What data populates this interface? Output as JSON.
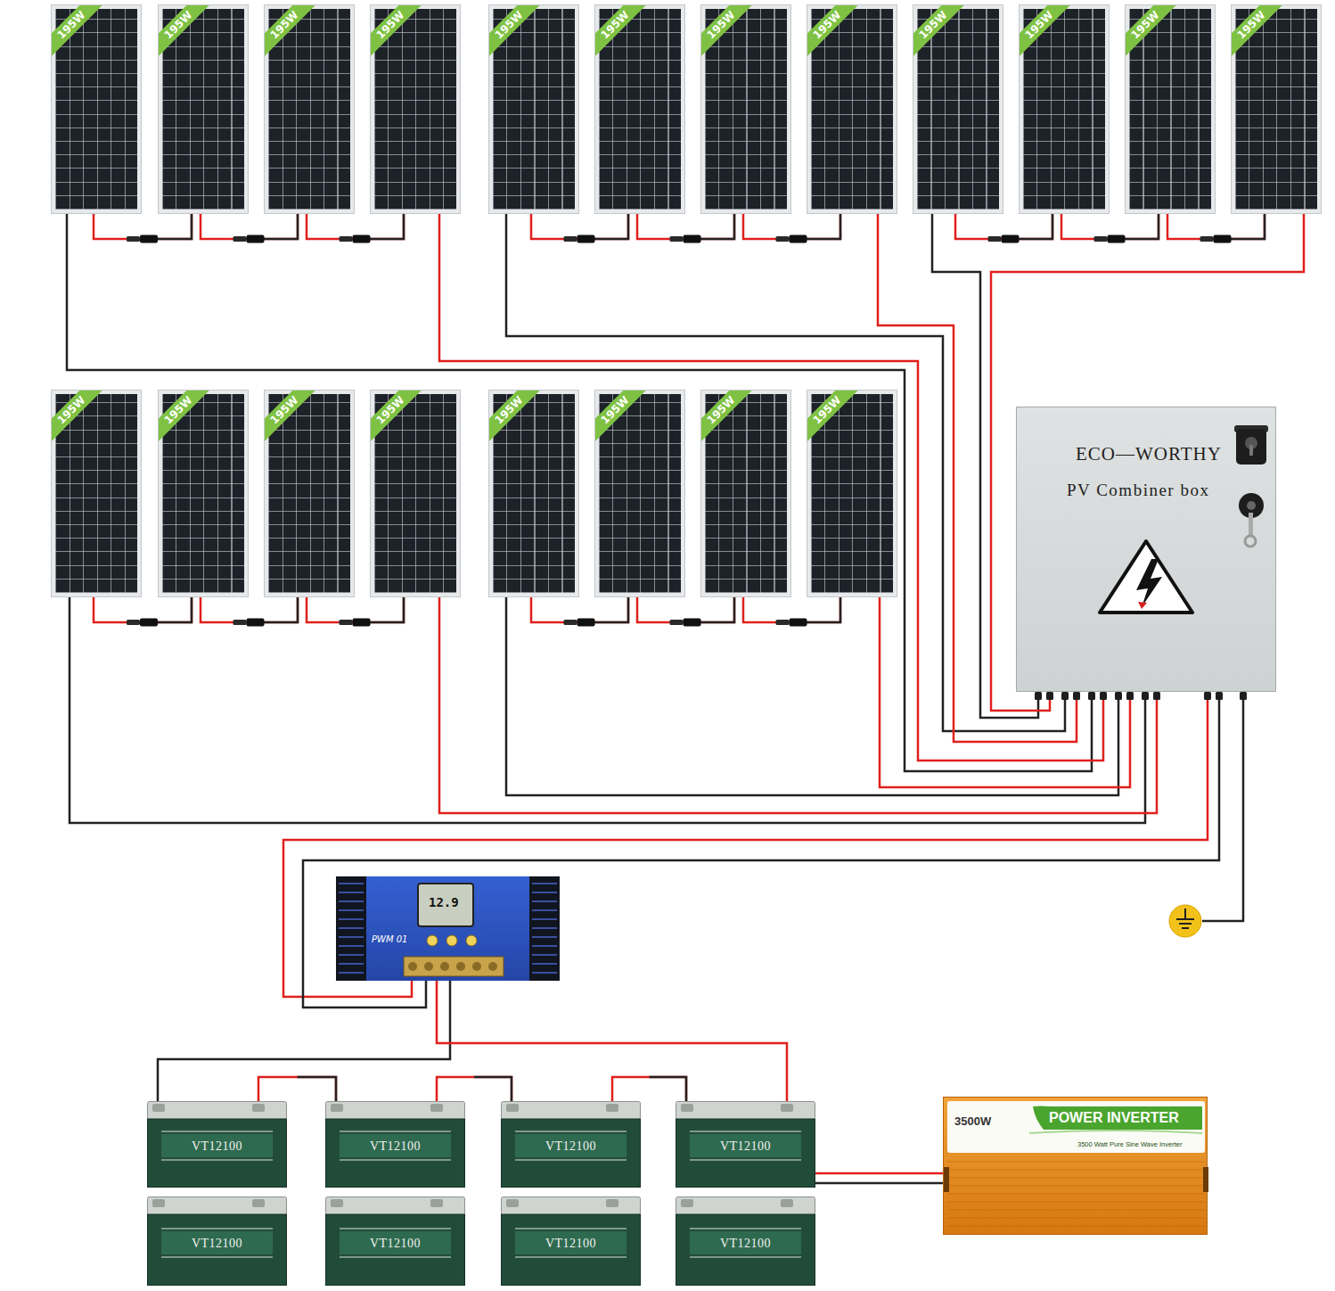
{
  "diagram": {
    "nodes": [
      {
        "text": [
          "195W"
        ]
      },
      {
        "text": [
          "195W"
        ]
      },
      {
        "text": [
          "195W"
        ]
      },
      {
        "text": [
          "195W"
        ]
      },
      {
        "text": [
          "195W"
        ]
      },
      {
        "text": [
          "195W"
        ]
      },
      {
        "text": [
          "195W"
        ]
      },
      {
        "text": [
          "195W"
        ]
      },
      {
        "text": [
          "195W"
        ]
      },
      {
        "text": [
          "195W"
        ]
      },
      {
        "text": [
          "195W"
        ]
      },
      {
        "text": [
          "195W"
        ]
      },
      {
        "text": [
          "195W"
        ]
      },
      {
        "text": [
          "195W"
        ]
      },
      {
        "text": [
          "195W"
        ]
      },
      {
        "text": [
          "195W"
        ]
      },
      {
        "text": [
          "195W"
        ]
      },
      {
        "text": [
          "195W"
        ]
      },
      {
        "text": [
          "195W"
        ]
      },
      {
        "text": [
          "195W"
        ]
      },
      {
        "text": [
          "ECO—WORTHY",
          "PV Combiner box"
        ]
      },
      {
        "text": [
          "12.9",
          "PWM 01"
        ]
      },
      {
        "text": [
          "VT12100"
        ]
      },
      {
        "text": [
          "VT12100"
        ]
      },
      {
        "text": [
          "VT12100"
        ]
      },
      {
        "text": [
          "VT12100"
        ]
      },
      {
        "text": [
          "VT12100"
        ]
      },
      {
        "text": [
          "VT12100"
        ]
      },
      {
        "text": [
          "VT12100"
        ]
      },
      {
        "text": [
          "VT12100"
        ]
      },
      {
        "text": [
          "3500W",
          "POWER INVERTER",
          "3500 Watt Pure Sine Wave Inverter"
        ]
      }
    ],
    "edges": [
      {
        "from": 0,
        "to": 1,
        "arrow": "none"
      },
      {
        "from": 1,
        "to": 2,
        "arrow": "none"
      },
      {
        "from": 2,
        "to": 3,
        "arrow": "none"
      },
      {
        "from": 4,
        "to": 5,
        "arrow": "none"
      },
      {
        "from": 5,
        "to": 6,
        "arrow": "none"
      },
      {
        "from": 6,
        "to": 7,
        "arrow": "none"
      },
      {
        "from": 8,
        "to": 9,
        "arrow": "none"
      },
      {
        "from": 9,
        "to": 10,
        "arrow": "none"
      },
      {
        "from": 10,
        "to": 11,
        "arrow": "none"
      },
      {
        "from": 12,
        "to": 13,
        "arrow": "none"
      },
      {
        "from": 13,
        "to": 14,
        "arrow": "none"
      },
      {
        "from": 14,
        "to": 15,
        "arrow": "none"
      },
      {
        "from": 16,
        "to": 17,
        "arrow": "none"
      },
      {
        "from": 17,
        "to": 18,
        "arrow": "none"
      },
      {
        "from": 18,
        "to": 19,
        "arrow": "none"
      },
      {
        "from": 0,
        "to": 20,
        "arrow": "none"
      },
      {
        "from": 3,
        "to": 20,
        "arrow": "none"
      },
      {
        "from": 4,
        "to": 20,
        "arrow": "none"
      },
      {
        "from": 7,
        "to": 20,
        "arrow": "none"
      },
      {
        "from": 8,
        "to": 20,
        "arrow": "none"
      },
      {
        "from": 11,
        "to": 20,
        "arrow": "none"
      },
      {
        "from": 12,
        "to": 20,
        "arrow": "none"
      },
      {
        "from": 15,
        "to": 20,
        "arrow": "none"
      },
      {
        "from": 16,
        "to": 20,
        "arrow": "none"
      },
      {
        "from": 19,
        "to": 20,
        "arrow": "none"
      },
      {
        "from": 20,
        "to": 21,
        "arrow": "none"
      },
      {
        "from": 20,
        "to": 21,
        "arrow": "none"
      },
      {
        "from": 21,
        "to": 22,
        "arrow": "none"
      },
      {
        "from": 21,
        "to": 25,
        "arrow": "none"
      },
      {
        "from": 22,
        "to": 23,
        "arrow": "none"
      },
      {
        "from": 23,
        "to": 24,
        "arrow": "none"
      },
      {
        "from": 24,
        "to": 25,
        "arrow": "none"
      },
      {
        "from": 25,
        "to": 30,
        "arrow": "none"
      },
      {
        "from": 25,
        "to": 30,
        "arrow": "none"
      }
    ]
  }
}
